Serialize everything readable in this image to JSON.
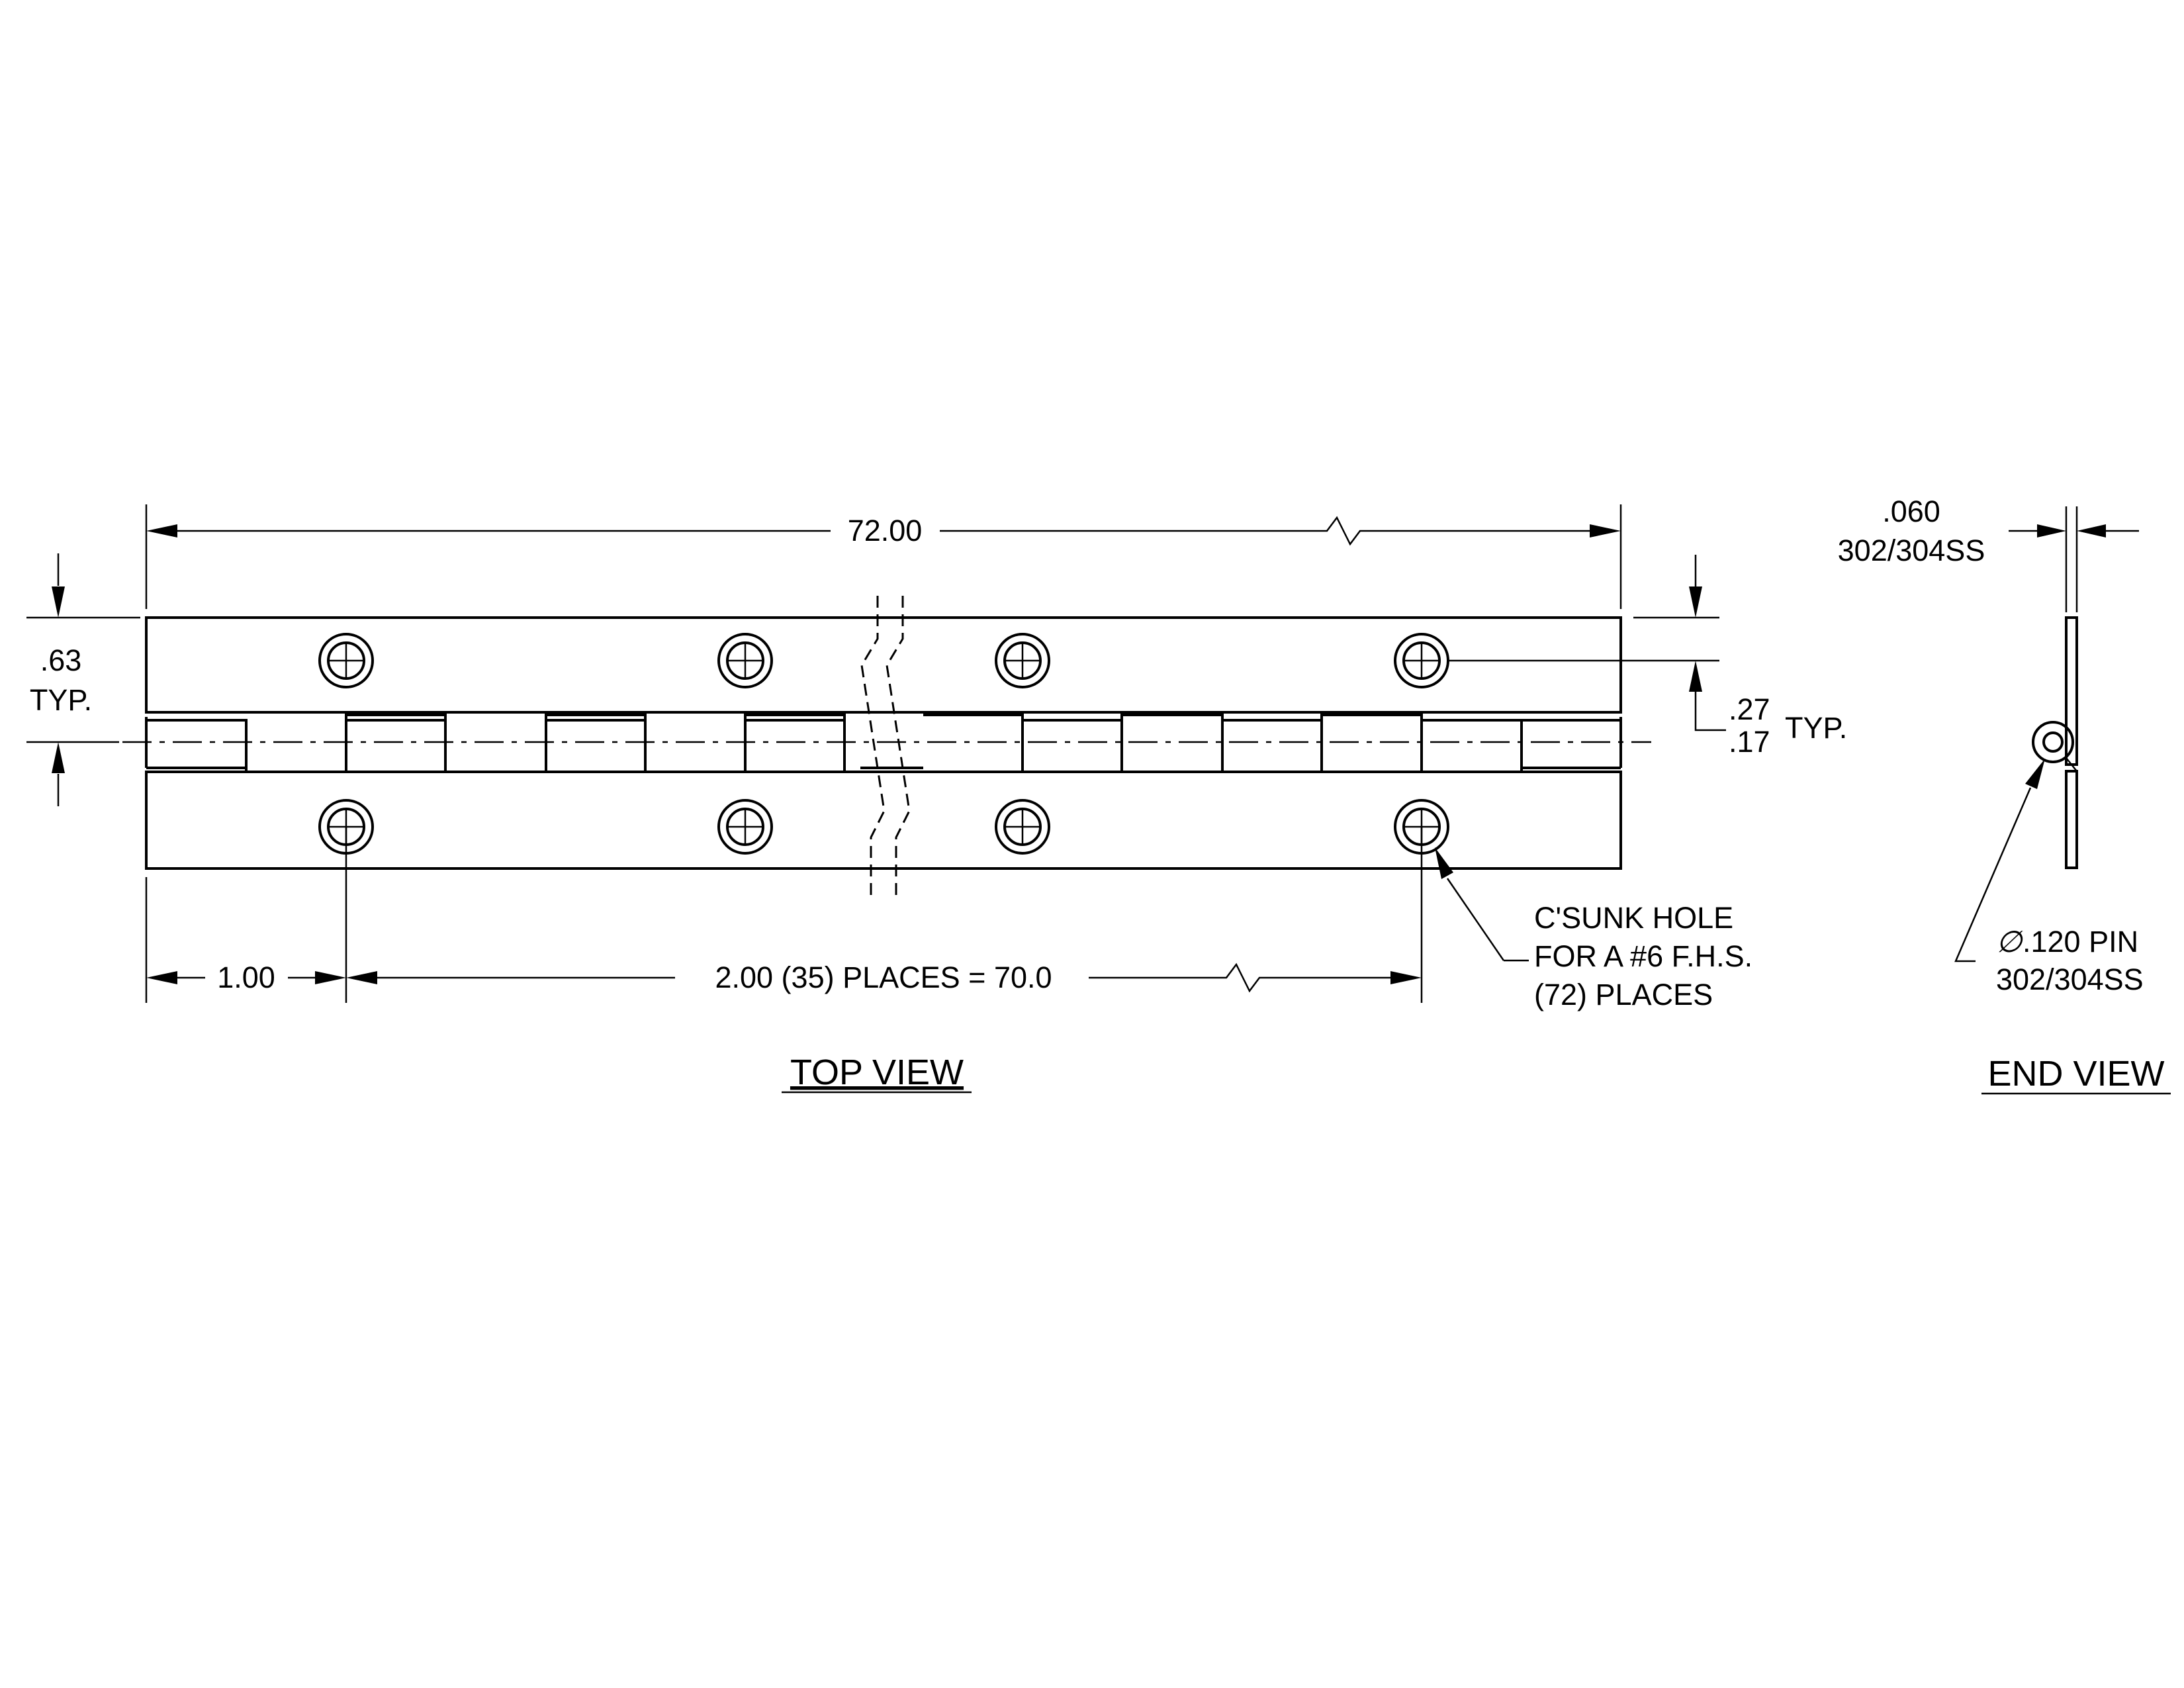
{
  "top_view": {
    "title": "TOP VIEW",
    "overall_length": "72.00",
    "leaf_width_line1": ".63",
    "leaf_width_line2": "TYP.",
    "hole_offset_upper": ".27",
    "hole_offset_lower": ".17",
    "hole_offset_suffix": "TYP.",
    "edge_to_first_hole": "1.00",
    "hole_spacing": "2.00 (35) PLACES = 70.0",
    "hole_note_line1": "C'SUNK HOLE",
    "hole_note_line2": "FOR A #6 F.H.S.",
    "hole_note_line3": "(72) PLACES"
  },
  "end_view": {
    "title": "END VIEW",
    "thickness_line1": ".060",
    "thickness_line2": "302/304SS",
    "pin_symbol": "∅",
    "pin_line1": ".120 PIN",
    "pin_line2": "302/304SS"
  },
  "colors": {
    "line": "#000000",
    "background": "#ffffff"
  }
}
